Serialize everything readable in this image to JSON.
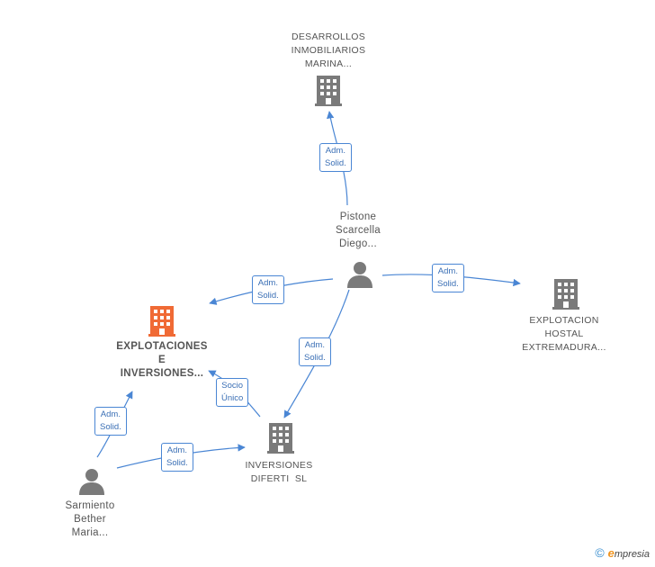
{
  "nodes": {
    "desarrollos": {
      "lines": [
        "DESARROLLOS",
        "INMOBILIARIOS",
        "MARINA..."
      ]
    },
    "pistone": {
      "lines": [
        "Pistone",
        "Scarcella",
        "Diego..."
      ]
    },
    "explotacion_hostal": {
      "lines": [
        "EXPLOTACION",
        "HOSTAL",
        "EXTREMADURA..."
      ]
    },
    "explotaciones": {
      "lines": [
        "EXPLOTACIONES",
        "E",
        "INVERSIONES..."
      ]
    },
    "inversiones_diferti": {
      "lines": [
        "INVERSIONES",
        "DIFERTI  SL"
      ]
    },
    "sarmiento": {
      "lines": [
        "Sarmiento",
        "Bether",
        "Maria..."
      ]
    }
  },
  "edges": {
    "pistone_desarrollos": {
      "lines": [
        "Adm.",
        "Solid."
      ]
    },
    "pistone_explotaciones": {
      "lines": [
        "Adm.",
        "Solid."
      ]
    },
    "pistone_hostal": {
      "lines": [
        "Adm.",
        "Solid."
      ]
    },
    "pistone_diferti": {
      "lines": [
        "Adm.",
        "Solid."
      ]
    },
    "diferti_explotaciones": {
      "lines": [
        "Socio",
        "Único"
      ]
    },
    "sarmiento_explotaciones": {
      "lines": [
        "Adm.",
        "Solid."
      ]
    },
    "sarmiento_diferti": {
      "lines": [
        "Adm.",
        "Solid."
      ]
    }
  },
  "colors": {
    "edge": "#4a86d4",
    "icon": "#7a7a7a",
    "focus_icon": "#f06a35"
  },
  "icons": {
    "building": "building-icon",
    "person": "person-icon"
  },
  "footer": {
    "copyright_symbol": "©",
    "brand_first": "e",
    "brand_rest": "mpresia"
  }
}
